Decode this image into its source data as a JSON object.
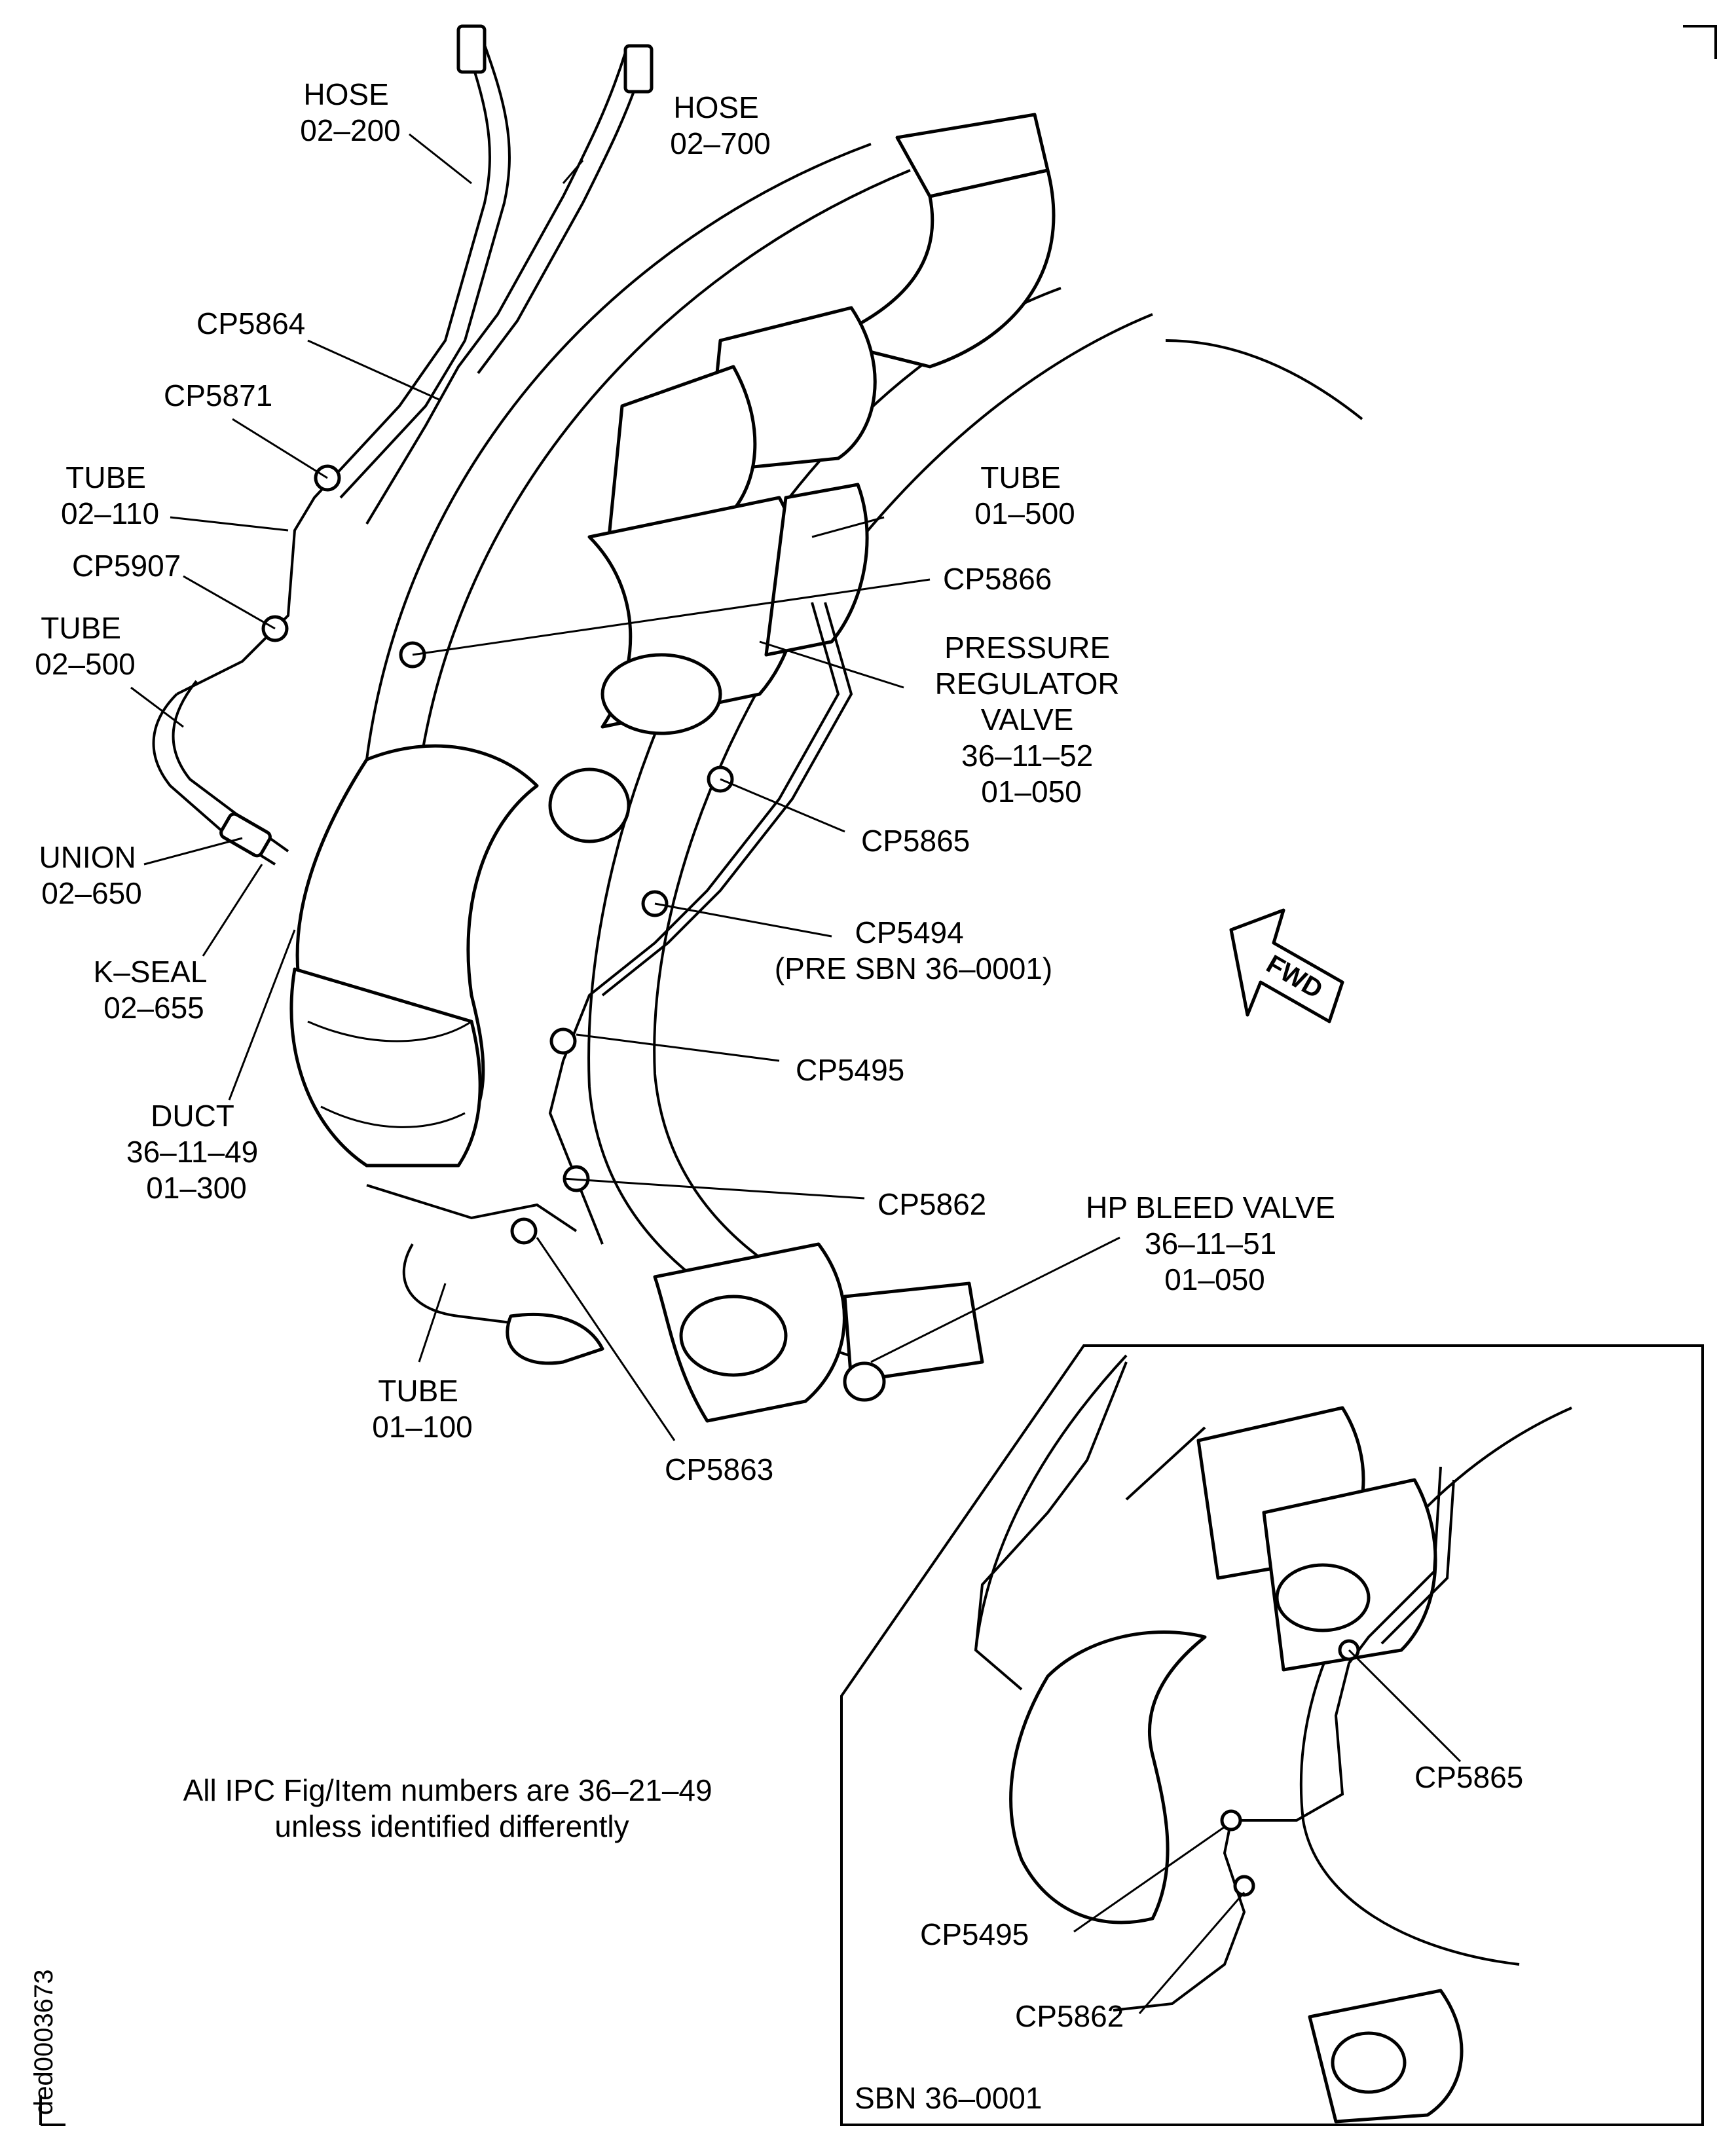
{
  "labels": {
    "hose_200": [
      "HOSE",
      "02–200"
    ],
    "hose_700": [
      "HOSE",
      "02–700"
    ],
    "cp5864": "CP5864",
    "cp5871": "CP5871",
    "tube_110": [
      "TUBE",
      "02–110"
    ],
    "cp5907": "CP5907",
    "tube_500_left": [
      "TUBE",
      "02–500"
    ],
    "union": [
      "UNION",
      "02–650"
    ],
    "kseal": [
      "K–SEAL",
      "02–655"
    ],
    "duct": [
      "DUCT",
      "36–11–49",
      "01–300"
    ],
    "tube_100": [
      "TUBE",
      "01–100"
    ],
    "cp5863": "CP5863",
    "tube_500_right": [
      "TUBE",
      "01–500"
    ],
    "cp5866": "CP5866",
    "prv": [
      "PRESSURE",
      "REGULATOR",
      "VALVE",
      "36–11–52",
      "01–050"
    ],
    "cp5865": "CP5865",
    "cp5494": [
      "CP5494",
      "(PRE SBN 36–0001)"
    ],
    "cp5495": "CP5495",
    "cp5862": "CP5862",
    "hp_bleed": [
      "HP BLEED VALVE",
      "36–11–51",
      "01–050"
    ],
    "fwd": "FWD"
  },
  "note": [
    "All IPC Fig/Item numbers are 36–21–49",
    "unless identified differently"
  ],
  "inset": {
    "title": "SBN 36–0001",
    "cp5865": "CP5865",
    "cp5495": "CP5495",
    "cp5862": "CP5862"
  },
  "figure_id": "ded0003673"
}
